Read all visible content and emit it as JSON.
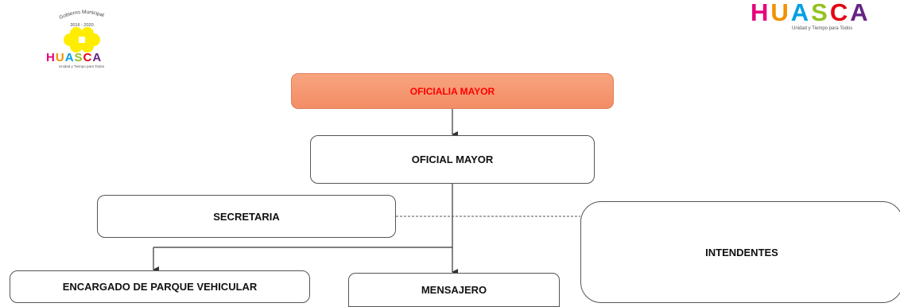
{
  "logo_left": {
    "arc_text": "Gobierno Municipal",
    "years": "2016 - 2020",
    "letters": [
      "H",
      "U",
      "A",
      "S",
      "C",
      "A"
    ],
    "tagline": "Unidad y Tiempo para Todos",
    "colors": [
      "#e6007e",
      "#f29100",
      "#00a0e3",
      "#95c11f",
      "#e30613",
      "#662483"
    ],
    "flower_color": "#ffed00"
  },
  "logo_right": {
    "letters": [
      "H",
      "U",
      "A",
      "S",
      "C",
      "A"
    ],
    "tagline": "Unidad y Tiempo para Todos",
    "colors": [
      "#e6007e",
      "#f29100",
      "#00a0e3",
      "#95c11f",
      "#e30613",
      "#662483"
    ]
  },
  "org": {
    "title": "OFICIALIA MAYOR",
    "head": "OFICIAL MAYOR",
    "secretaria": "SECRETARIA",
    "intendentes": "INTENDENTES",
    "parque": "ENCARGADO DE PARQUE VEHICULAR",
    "mensajero": "MENSAJERO"
  }
}
